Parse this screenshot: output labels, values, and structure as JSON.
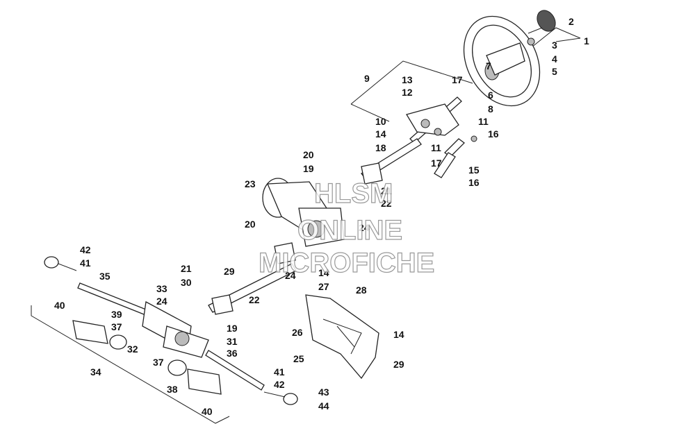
{
  "watermark": {
    "line1": "HLSM",
    "line2": "ONLINE",
    "line3": "MICROFICHE"
  },
  "callouts": [
    "1",
    "2",
    "3",
    "4",
    "5",
    "6",
    "7",
    "8",
    "9",
    "10",
    "11",
    "11",
    "12",
    "13",
    "14",
    "14",
    "14",
    "14",
    "15",
    "16",
    "16",
    "17",
    "17",
    "18",
    "19",
    "19",
    "20",
    "20",
    "21",
    "21",
    "22",
    "22",
    "23",
    "24",
    "24",
    "24",
    "25",
    "26",
    "27",
    "28",
    "29",
    "30",
    "31",
    "32",
    "33",
    "34",
    "35",
    "36",
    "36",
    "37",
    "37",
    "38",
    "39",
    "40",
    "40",
    "41",
    "41",
    "42",
    "42",
    "43",
    "44"
  ]
}
